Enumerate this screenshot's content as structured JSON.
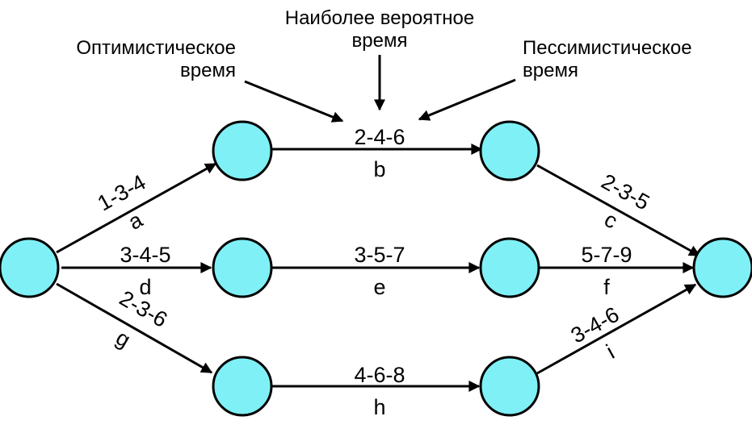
{
  "annotations": {
    "optimistic": [
      "Оптимистическое",
      "время"
    ],
    "most_likely": [
      "Наиболее вероятное",
      "время"
    ],
    "pessimistic": [
      "Пессимистическое",
      "время"
    ]
  },
  "edges": {
    "a": {
      "times": "1-3-4",
      "name": "a"
    },
    "b": {
      "times": "2-4-6",
      "name": "b"
    },
    "c": {
      "times": "2-3-5",
      "name": "c"
    },
    "d": {
      "times": "3-4-5",
      "name": "d"
    },
    "e": {
      "times": "3-5-7",
      "name": "e"
    },
    "f": {
      "times": "5-7-9",
      "name": "f"
    },
    "g": {
      "times": "2-3-6",
      "name": "g"
    },
    "h": {
      "times": "4-6-8",
      "name": "h"
    },
    "i": {
      "times": "3-4-6",
      "name": "i"
    }
  },
  "colors": {
    "node_fill": "#7ff0f6",
    "line": "#000000"
  }
}
